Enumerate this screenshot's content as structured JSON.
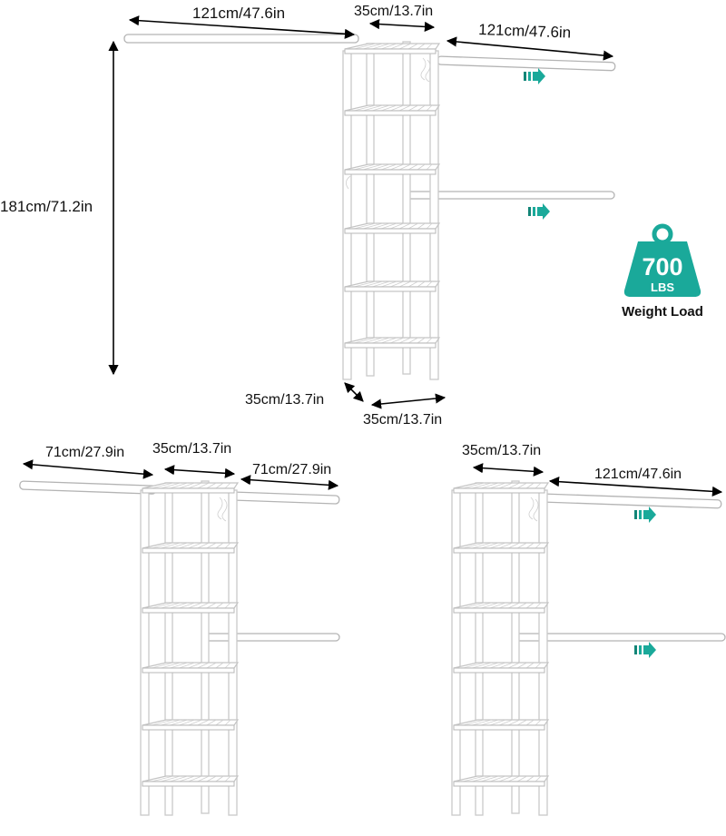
{
  "colors": {
    "accent": "#1aa99a",
    "accent_dark": "#128577",
    "badge": "#1aa99a",
    "text": "#111111",
    "frame": "#ffffff",
    "frame_outline": "#c9c9c9"
  },
  "top_unit": {
    "rod_left": "121cm/47.6in",
    "tower_width": "35cm/13.7in",
    "rod_right": "121cm/47.6in",
    "height": "181cm/71.2in",
    "depth": "35cm/13.7in",
    "base_width": "35cm/13.7in"
  },
  "bottom_left_unit": {
    "rod_left": "71cm/27.9in",
    "tower_width": "35cm/13.7in",
    "rod_right": "71cm/27.9in"
  },
  "bottom_right_unit": {
    "tower_width": "35cm/13.7in",
    "rod_right": "121cm/47.6in"
  },
  "badge": {
    "value": "700",
    "unit": "LBS",
    "caption": "Weight Load",
    "icon": "weight-icon"
  },
  "icons": {
    "extend_arrow": "arrow-right-icon"
  }
}
